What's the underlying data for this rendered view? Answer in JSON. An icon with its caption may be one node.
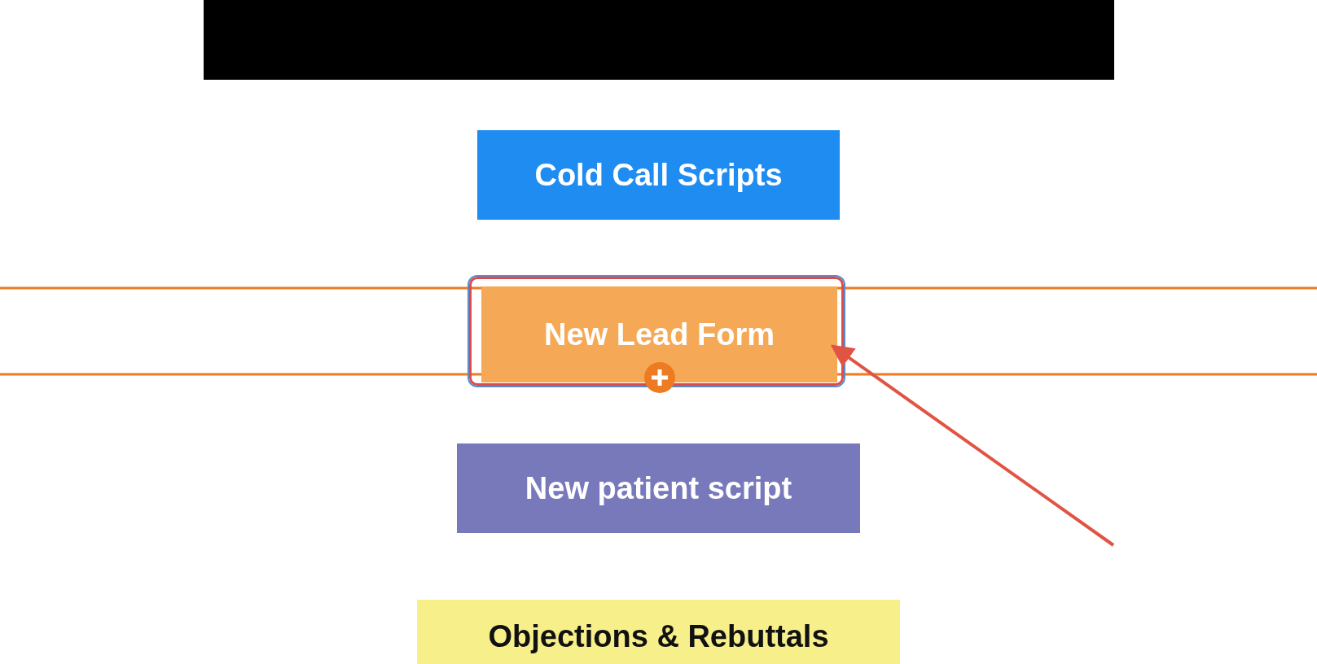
{
  "diagram": {
    "nodes": [
      {
        "text": [],
        "shape": "bar"
      },
      {
        "text": [
          "Cold Call Scripts"
        ]
      },
      {
        "text": [
          "New Lead Form"
        ]
      },
      {
        "text": [
          "New patient script"
        ]
      },
      {
        "text": [
          "Objections & Rebuttals"
        ]
      }
    ],
    "edges": [
      {
        "from": null,
        "to": 2,
        "arrow": "to",
        "color": "#e05444"
      }
    ]
  }
}
